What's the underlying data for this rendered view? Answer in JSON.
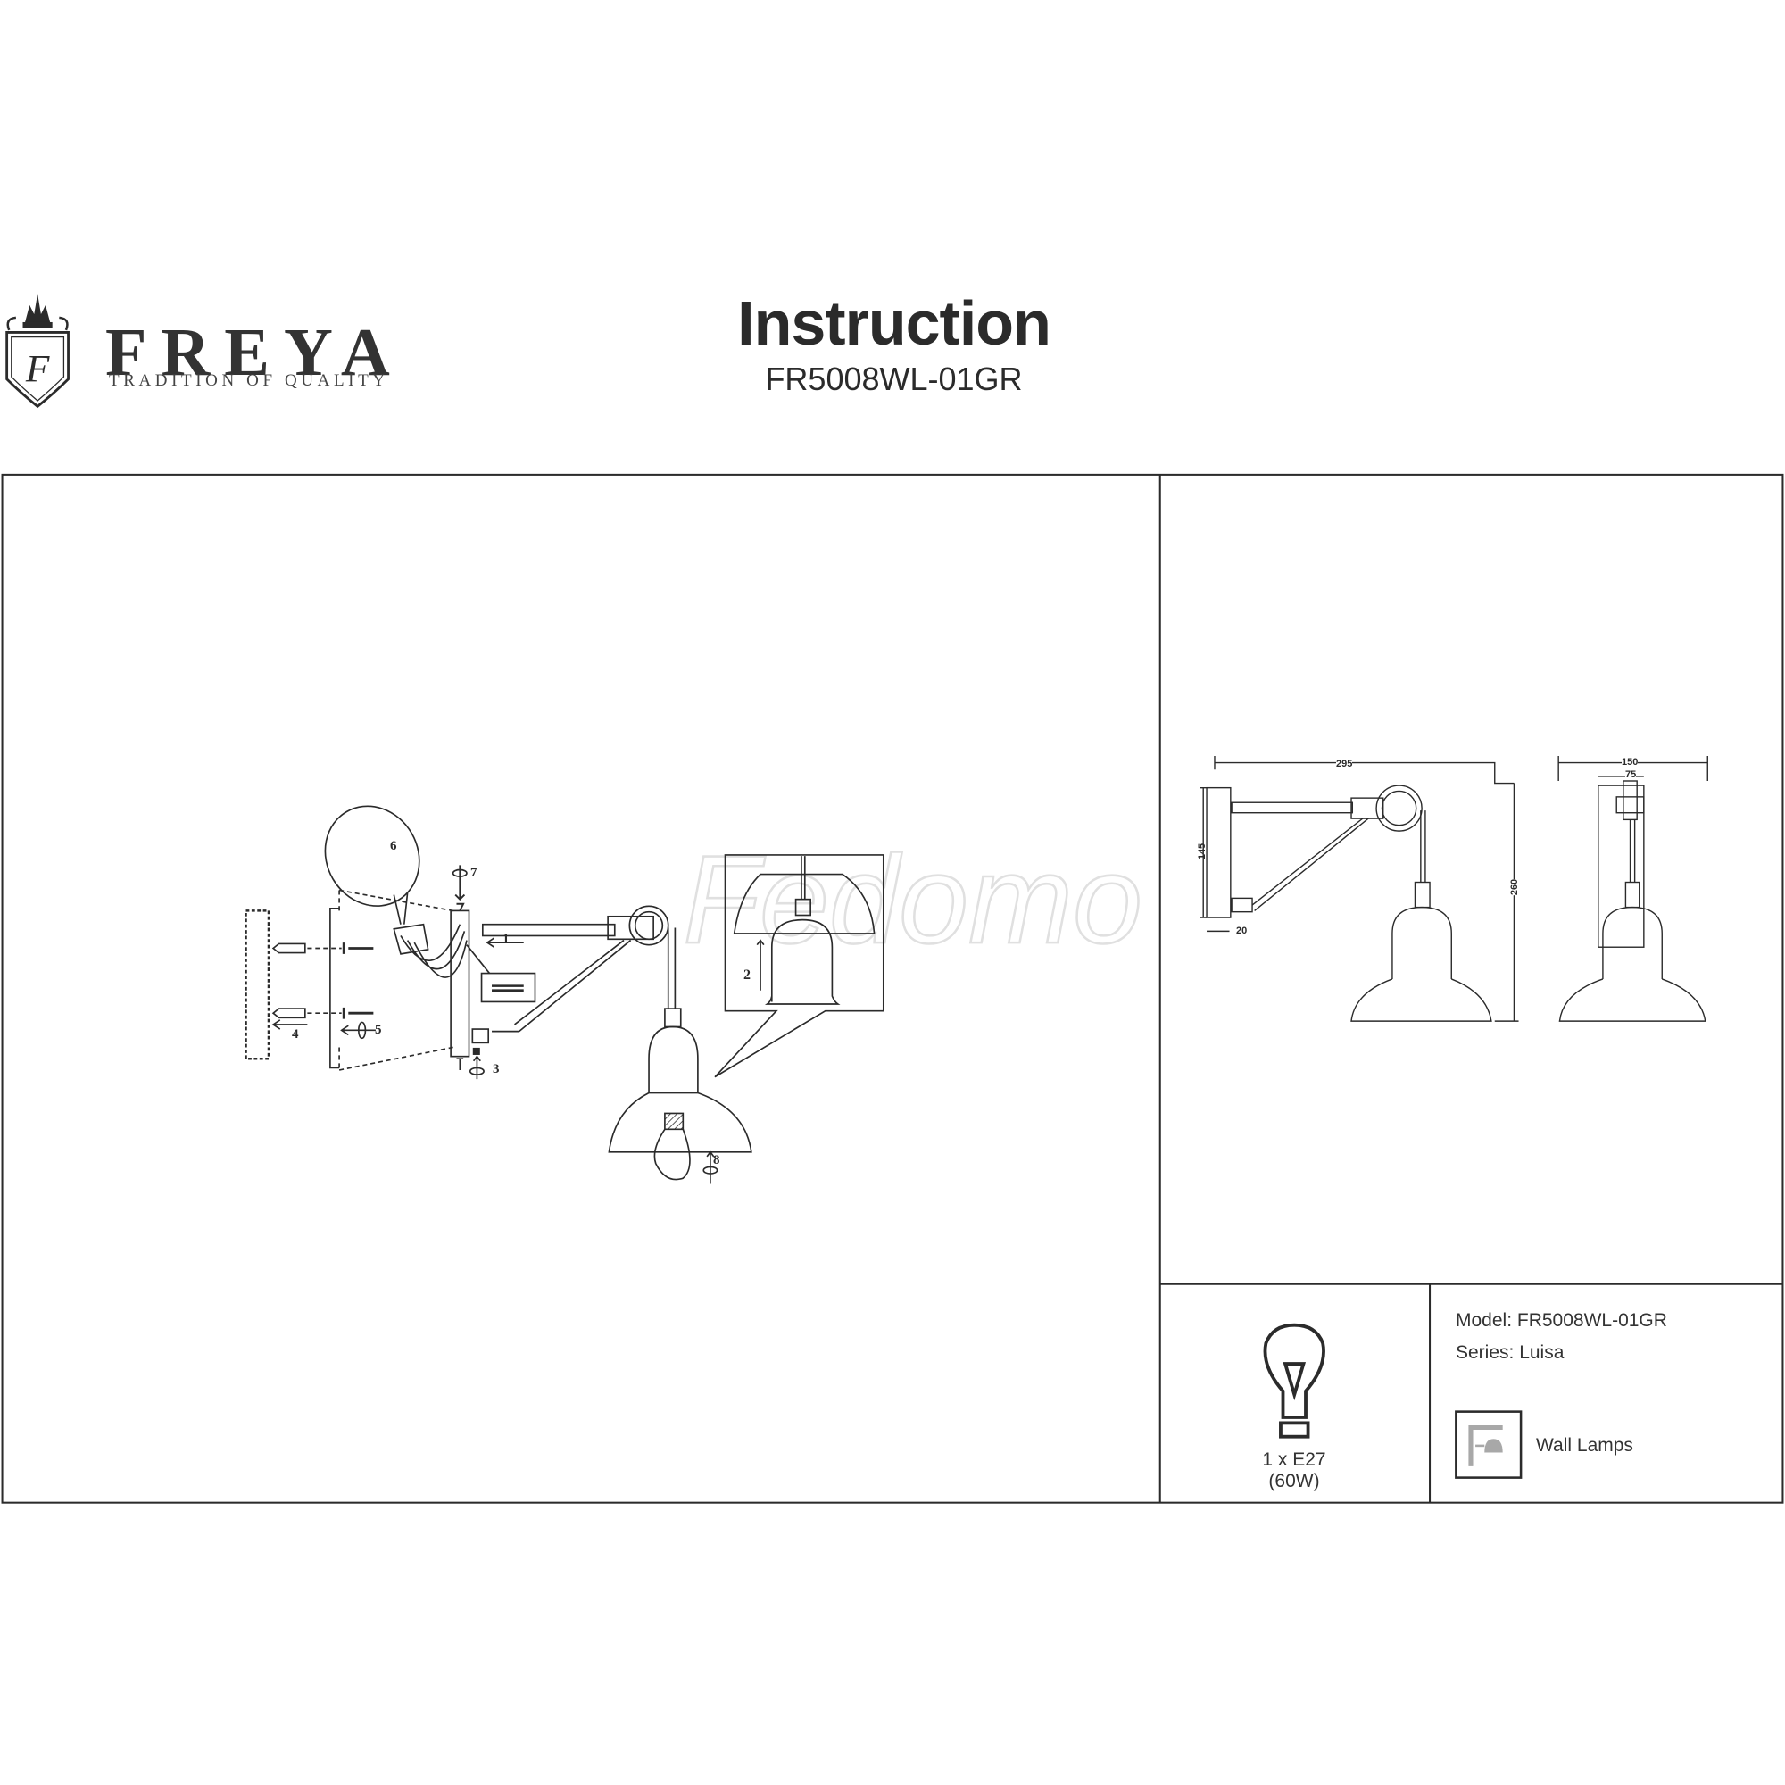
{
  "header": {
    "brand_name": "FREYA",
    "brand_tagline": "TRADITION OF QUALITY",
    "title": "Instruction",
    "model_code": "FR5008WL-01GR"
  },
  "assembly": {
    "steps": [
      "1",
      "2",
      "3",
      "4",
      "5",
      "6",
      "7",
      "8"
    ],
    "watermark": "Fedomo"
  },
  "dimensions": {
    "width": "295",
    "height_plate": "145",
    "plate_depth": "20",
    "total_height": "260",
    "front_width": "150",
    "plate_width": "75"
  },
  "specs": {
    "bulb": "1 x E27 (60W)",
    "model": "Model: FR5008WL-01GR",
    "series": "Series: Luisa",
    "category": "Wall Lamps"
  },
  "colors": {
    "ink": "#2b2b2b",
    "watermark": "#e3e3e3",
    "icon_gray": "#a8a8a8"
  }
}
